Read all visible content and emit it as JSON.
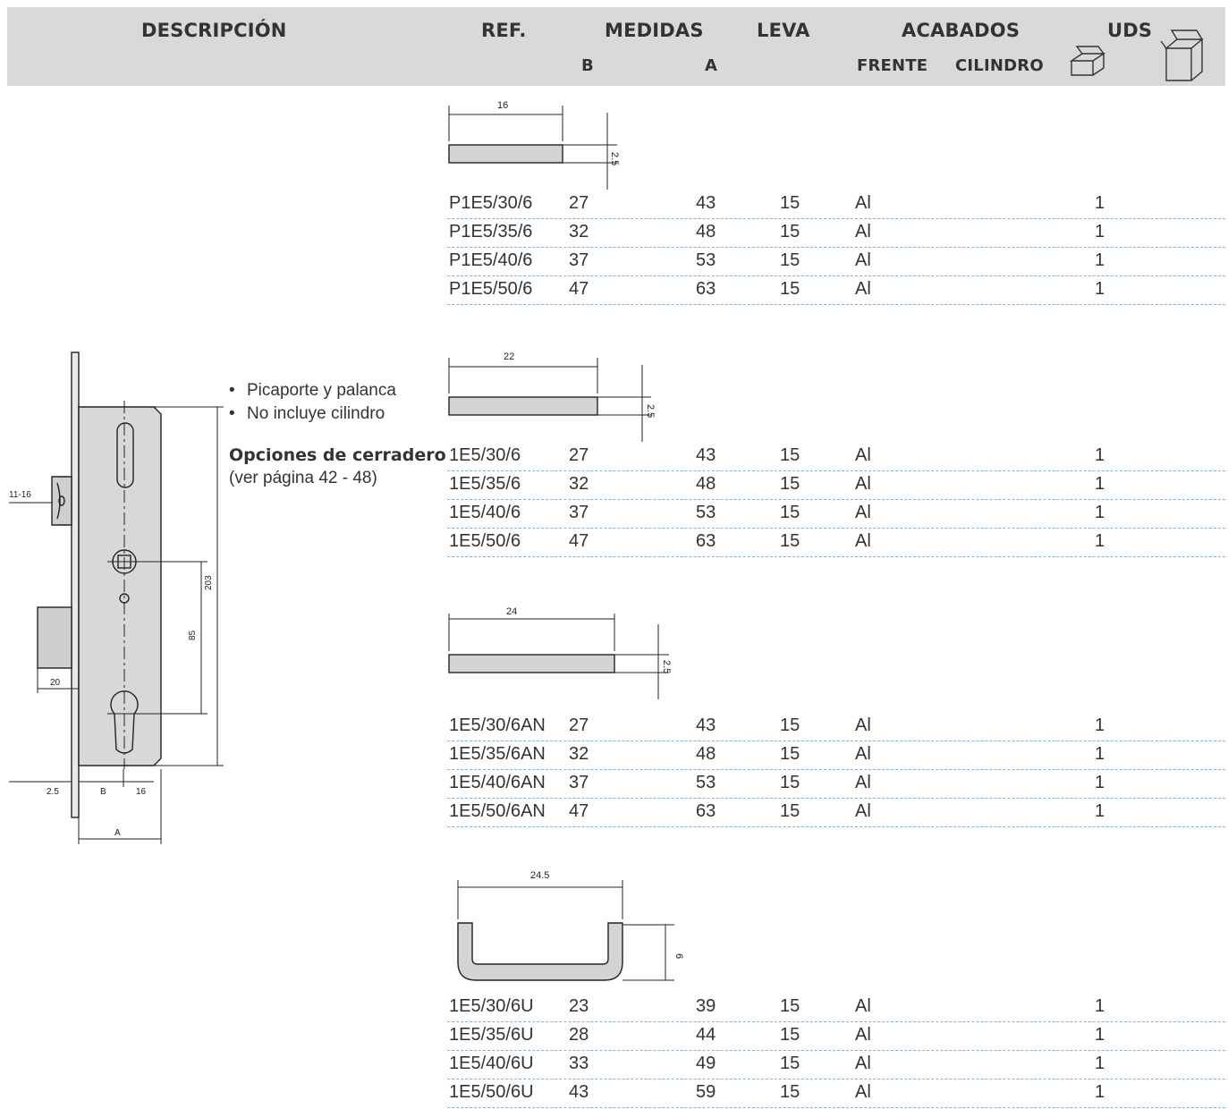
{
  "header": {
    "descripcion": "DESCRIPCIÓN",
    "ref": "REF.",
    "medidas": "MEDIDAS",
    "b": "B",
    "a": "A",
    "leva": "LEVA",
    "acabados": "ACABADOS",
    "frente": "FRENTE",
    "cilindro": "CILINDRO",
    "uds": "UDS"
  },
  "description": {
    "bullets": [
      "Picaporte y palanca",
      "No incluye cilindro"
    ],
    "options_title": "Opciones de cerradero",
    "options_note": "(ver página 42 - 48)"
  },
  "lock_drawing": {
    "dim_latch": "11-16",
    "dim_203": "203",
    "dim_85": "85",
    "dim_20": "20",
    "dim_25": "2.5",
    "dim_b": "B",
    "dim_16": "16",
    "dim_a": "A"
  },
  "groups": [
    {
      "plate": {
        "width": "16",
        "thickness": "2.5"
      },
      "rows": [
        {
          "ref": "P1E5/30/6",
          "b": "27",
          "a": "43",
          "leva": "15",
          "frente": "Al",
          "cilindro": "",
          "uds": "1",
          "uds2": ""
        },
        {
          "ref": "P1E5/35/6",
          "b": "32",
          "a": "48",
          "leva": "15",
          "frente": "Al",
          "cilindro": "",
          "uds": "1",
          "uds2": ""
        },
        {
          "ref": "P1E5/40/6",
          "b": "37",
          "a": "53",
          "leva": "15",
          "frente": "Al",
          "cilindro": "",
          "uds": "1",
          "uds2": ""
        },
        {
          "ref": "P1E5/50/6",
          "b": "47",
          "a": "63",
          "leva": "15",
          "frente": "Al",
          "cilindro": "",
          "uds": "1",
          "uds2": ""
        }
      ]
    },
    {
      "plate": {
        "width": "22",
        "thickness": "2.5"
      },
      "rows": [
        {
          "ref": "1E5/30/6",
          "b": "27",
          "a": "43",
          "leva": "15",
          "frente": "Al",
          "cilindro": "",
          "uds": "1",
          "uds2": ""
        },
        {
          "ref": "1E5/35/6",
          "b": "32",
          "a": "48",
          "leva": "15",
          "frente": "Al",
          "cilindro": "",
          "uds": "1",
          "uds2": ""
        },
        {
          "ref": "1E5/40/6",
          "b": "37",
          "a": "53",
          "leva": "15",
          "frente": "Al",
          "cilindro": "",
          "uds": "1",
          "uds2": ""
        },
        {
          "ref": "1E5/50/6",
          "b": "47",
          "a": "63",
          "leva": "15",
          "frente": "Al",
          "cilindro": "",
          "uds": "1",
          "uds2": ""
        }
      ]
    },
    {
      "plate": {
        "width": "24",
        "thickness": "2.5"
      },
      "rows": [
        {
          "ref": "1E5/30/6AN",
          "b": "27",
          "a": "43",
          "leva": "15",
          "frente": "Al",
          "cilindro": "",
          "uds": "1",
          "uds2": ""
        },
        {
          "ref": "1E5/35/6AN",
          "b": "32",
          "a": "48",
          "leva": "15",
          "frente": "Al",
          "cilindro": "",
          "uds": "1",
          "uds2": ""
        },
        {
          "ref": "1E5/40/6AN",
          "b": "37",
          "a": "53",
          "leva": "15",
          "frente": "Al",
          "cilindro": "",
          "uds": "1",
          "uds2": ""
        },
        {
          "ref": "1E5/50/6AN",
          "b": "47",
          "a": "63",
          "leva": "15",
          "frente": "Al",
          "cilindro": "",
          "uds": "1",
          "uds2": ""
        }
      ]
    },
    {
      "plate": {
        "width": "24.5",
        "thickness": "6"
      },
      "rows": [
        {
          "ref": "1E5/30/6U",
          "b": "23",
          "a": "39",
          "leva": "15",
          "frente": "Al",
          "cilindro": "",
          "uds": "1",
          "uds2": ""
        },
        {
          "ref": "1E5/35/6U",
          "b": "28",
          "a": "44",
          "leva": "15",
          "frente": "Al",
          "cilindro": "",
          "uds": "1",
          "uds2": ""
        },
        {
          "ref": "1E5/40/6U",
          "b": "33",
          "a": "49",
          "leva": "15",
          "frente": "Al",
          "cilindro": "",
          "uds": "1",
          "uds2": ""
        },
        {
          "ref": "1E5/50/6U",
          "b": "43",
          "a": "59",
          "leva": "15",
          "frente": "Al",
          "cilindro": "",
          "uds": "1",
          "uds2": ""
        }
      ]
    }
  ],
  "colors": {
    "header_bg": "#d9d9d9",
    "row_divider": "#7ab3e0",
    "plate_fill": "#d4d4d4"
  }
}
